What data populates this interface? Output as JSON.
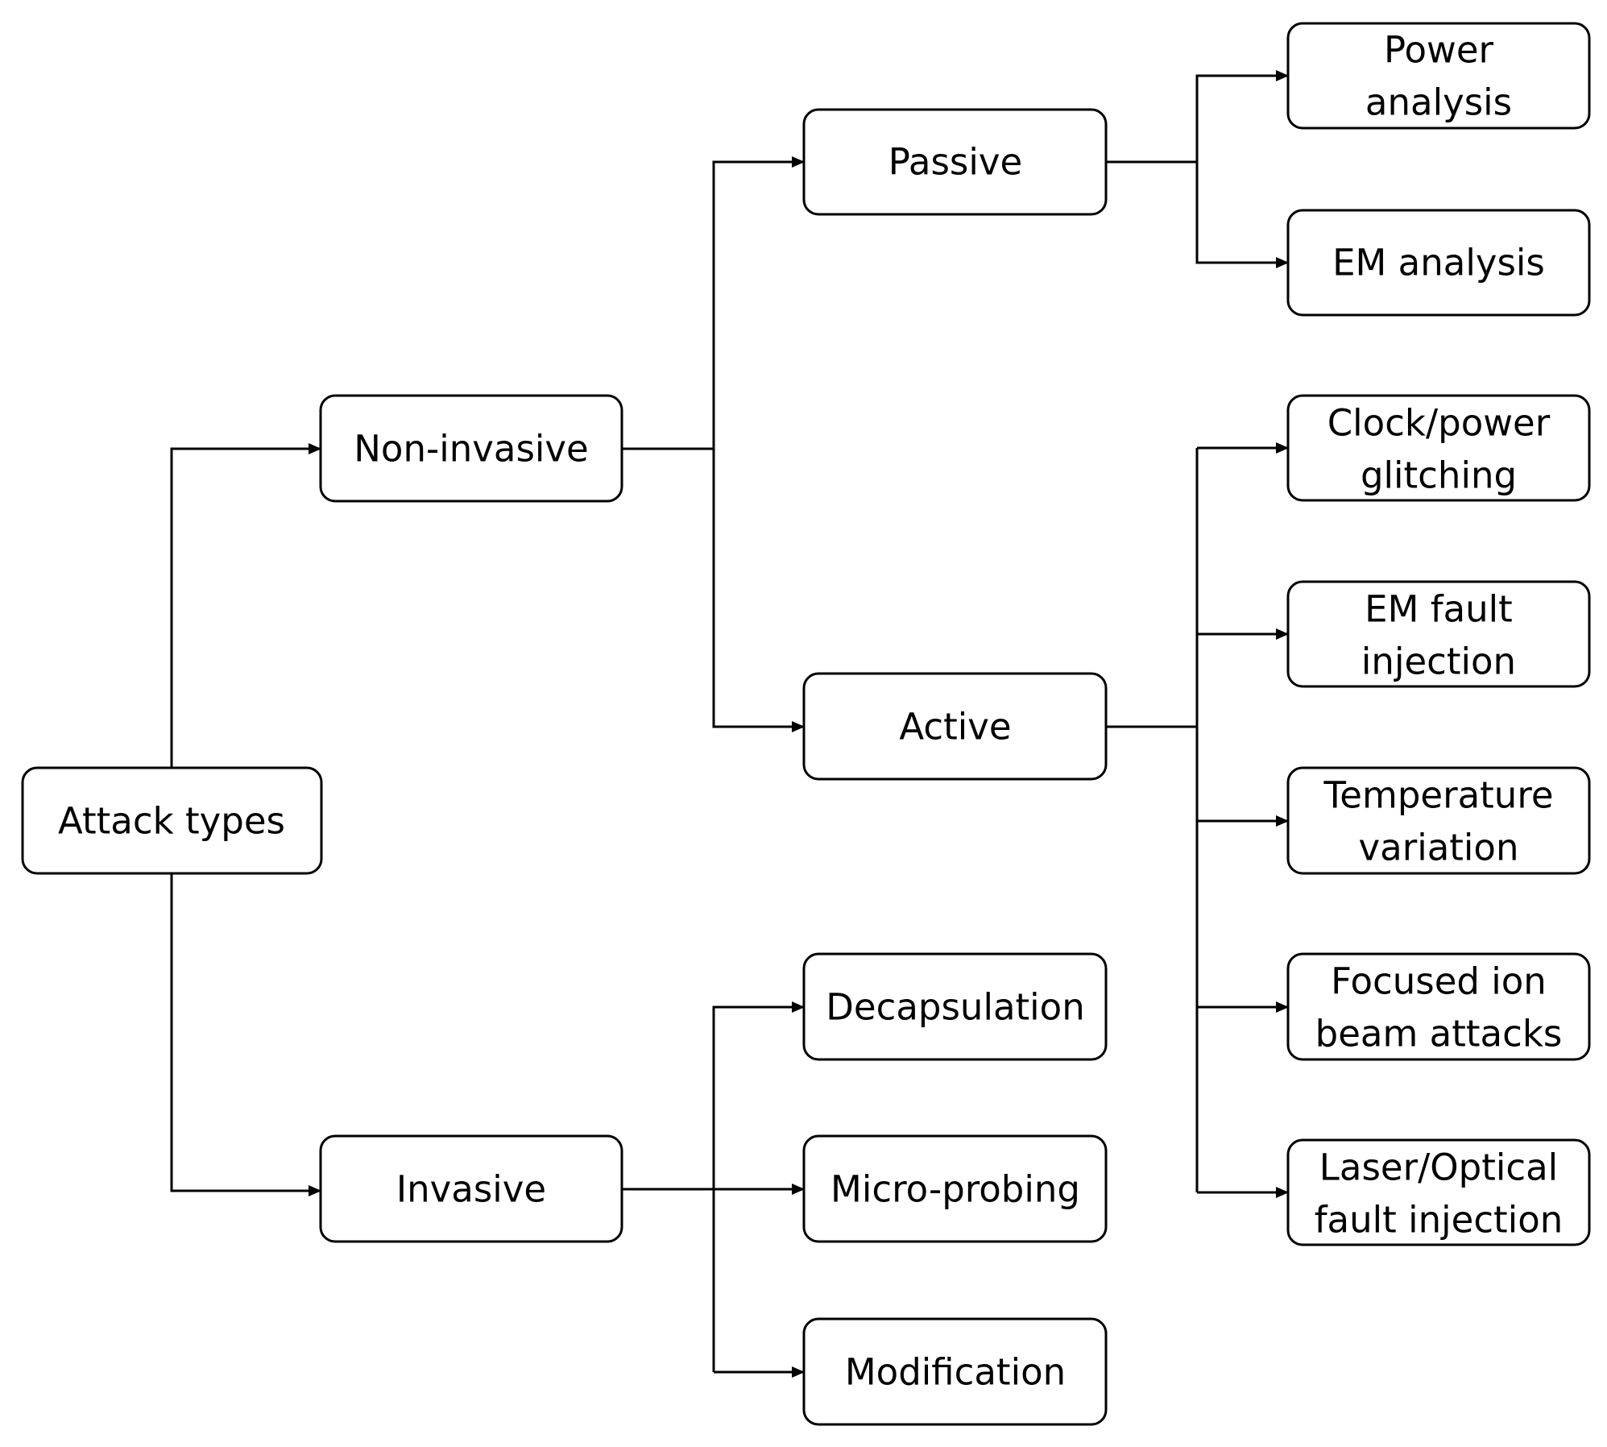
{
  "diagram": {
    "root": "Attack types",
    "level1": {
      "noninvasive": "Non-invasive",
      "invasive": "Invasive"
    },
    "level2": {
      "passive": "Passive",
      "active": "Active",
      "decapsulation": "Decapsulation",
      "microprobing": "Micro-probing",
      "modification": "Modification"
    },
    "passive_children": {
      "power_analysis": [
        "Power",
        "analysis"
      ],
      "em_analysis": [
        "EM analysis"
      ]
    },
    "active_children": {
      "clock_power_glitching": [
        "Clock/power",
        "glitching"
      ],
      "em_fault_injection": [
        "EM fault",
        "injection"
      ],
      "temperature_variation": [
        "Temperature",
        "variation"
      ],
      "focused_ion_beam": [
        "Focused ion",
        "beam attacks"
      ],
      "laser_optical_fault": [
        "Laser/Optical",
        "fault injection"
      ]
    },
    "edges": [
      [
        "root",
        "noninvasive"
      ],
      [
        "root",
        "invasive"
      ],
      [
        "noninvasive",
        "passive"
      ],
      [
        "noninvasive",
        "active"
      ],
      [
        "invasive",
        "decapsulation"
      ],
      [
        "invasive",
        "microprobing"
      ],
      [
        "invasive",
        "modification"
      ],
      [
        "passive",
        "power_analysis"
      ],
      [
        "passive",
        "em_analysis"
      ],
      [
        "active",
        "clock_power_glitching"
      ],
      [
        "active",
        "em_fault_injection"
      ],
      [
        "active",
        "temperature_variation"
      ],
      [
        "active",
        "focused_ion_beam"
      ],
      [
        "active",
        "laser_optical_fault"
      ]
    ]
  }
}
